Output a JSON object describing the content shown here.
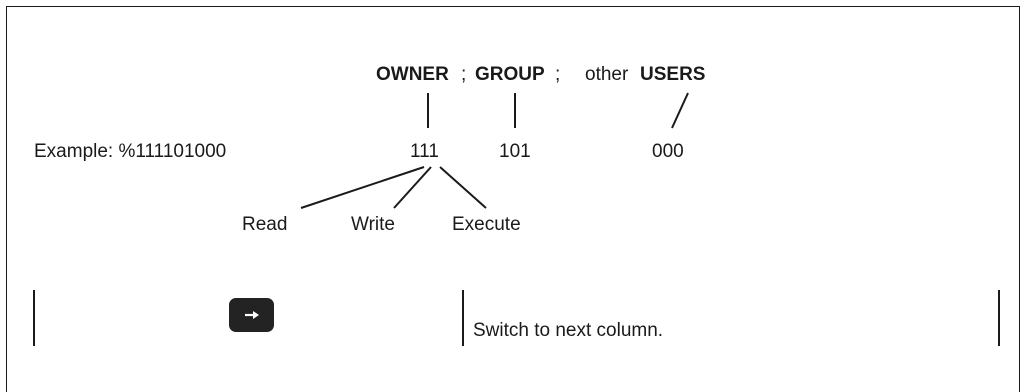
{
  "heading": {
    "owner": "OWNER",
    "owner_sep": ";",
    "group": "GROUP",
    "group_sep": ";",
    "other_prefix": "other",
    "users": "USERS"
  },
  "example": {
    "label": "Example: %111101000",
    "owner_bits": "111",
    "group_bits": "101",
    "other_bits": "000"
  },
  "permissions": {
    "read": "Read",
    "write": "Write",
    "execute": "Execute"
  },
  "table_row": {
    "key_icon": "right-arrow-key-icon",
    "description": "Switch to next column."
  }
}
